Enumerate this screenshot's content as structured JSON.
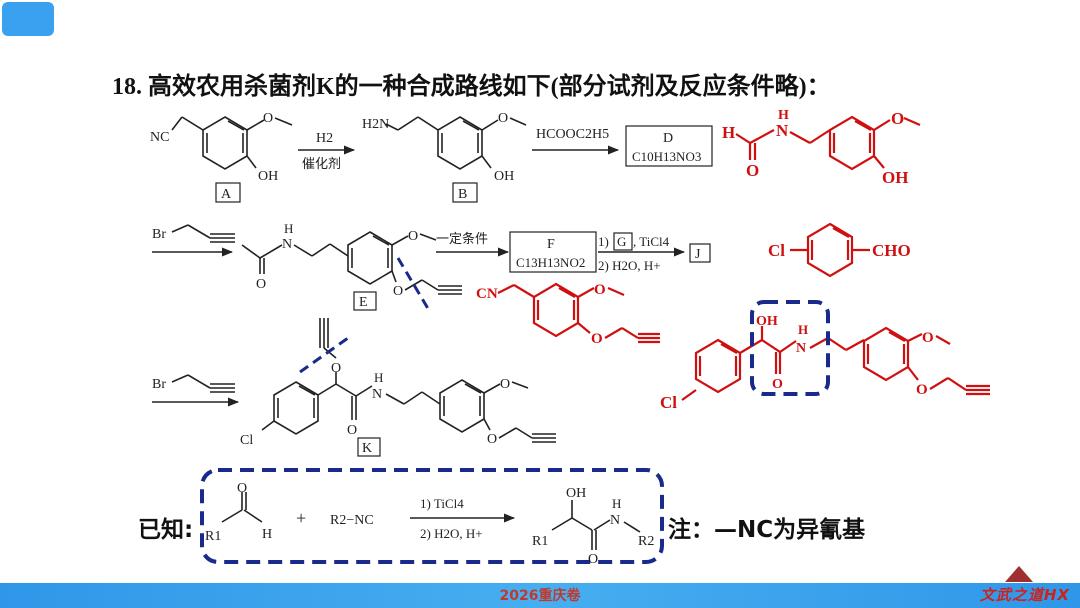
{
  "question": {
    "title": "18. 高效农用杀菌剂K的一种合成路线如下(部分试剂及反应条件略)："
  },
  "labels": {
    "A": "A",
    "B": "B",
    "D": "D",
    "E": "E",
    "F": "F",
    "G": "G",
    "J": "J",
    "K": "K"
  },
  "formulas": {
    "D": "C10H13NO3",
    "F": "C13H13NO2"
  },
  "reagents": {
    "step1_top": "H2",
    "step1_bottom": "催化剂",
    "step2": "HCOOC2H5",
    "step4": "一定条件",
    "step5_line1_a": "1)",
    "step5_line1_b": ", TiCl4",
    "step5_line2": "2) H2O, H+",
    "known_line1": "1) TiCl4",
    "known_line2": "2) H2O, H+"
  },
  "known": {
    "label": "已知:",
    "note": "注：—NC为异氰基",
    "r2nc": "R2−NC"
  },
  "atoms": {
    "NC": "NC",
    "OH": "OH",
    "H2N": "H2N",
    "O": "O",
    "H": "H",
    "N": "N",
    "Br": "Br",
    "Cl": "Cl",
    "CN": "CN",
    "CHO": "CHO",
    "R1": "R1",
    "R2": "R2",
    "plus": "+"
  },
  "footer": {
    "text": "2026重庆卷",
    "brand": "文武之道HX"
  },
  "colors": {
    "accent_blue": "#3aa0f0",
    "answer_red": "#d01010",
    "dash_navy": "#1a2a8c"
  }
}
